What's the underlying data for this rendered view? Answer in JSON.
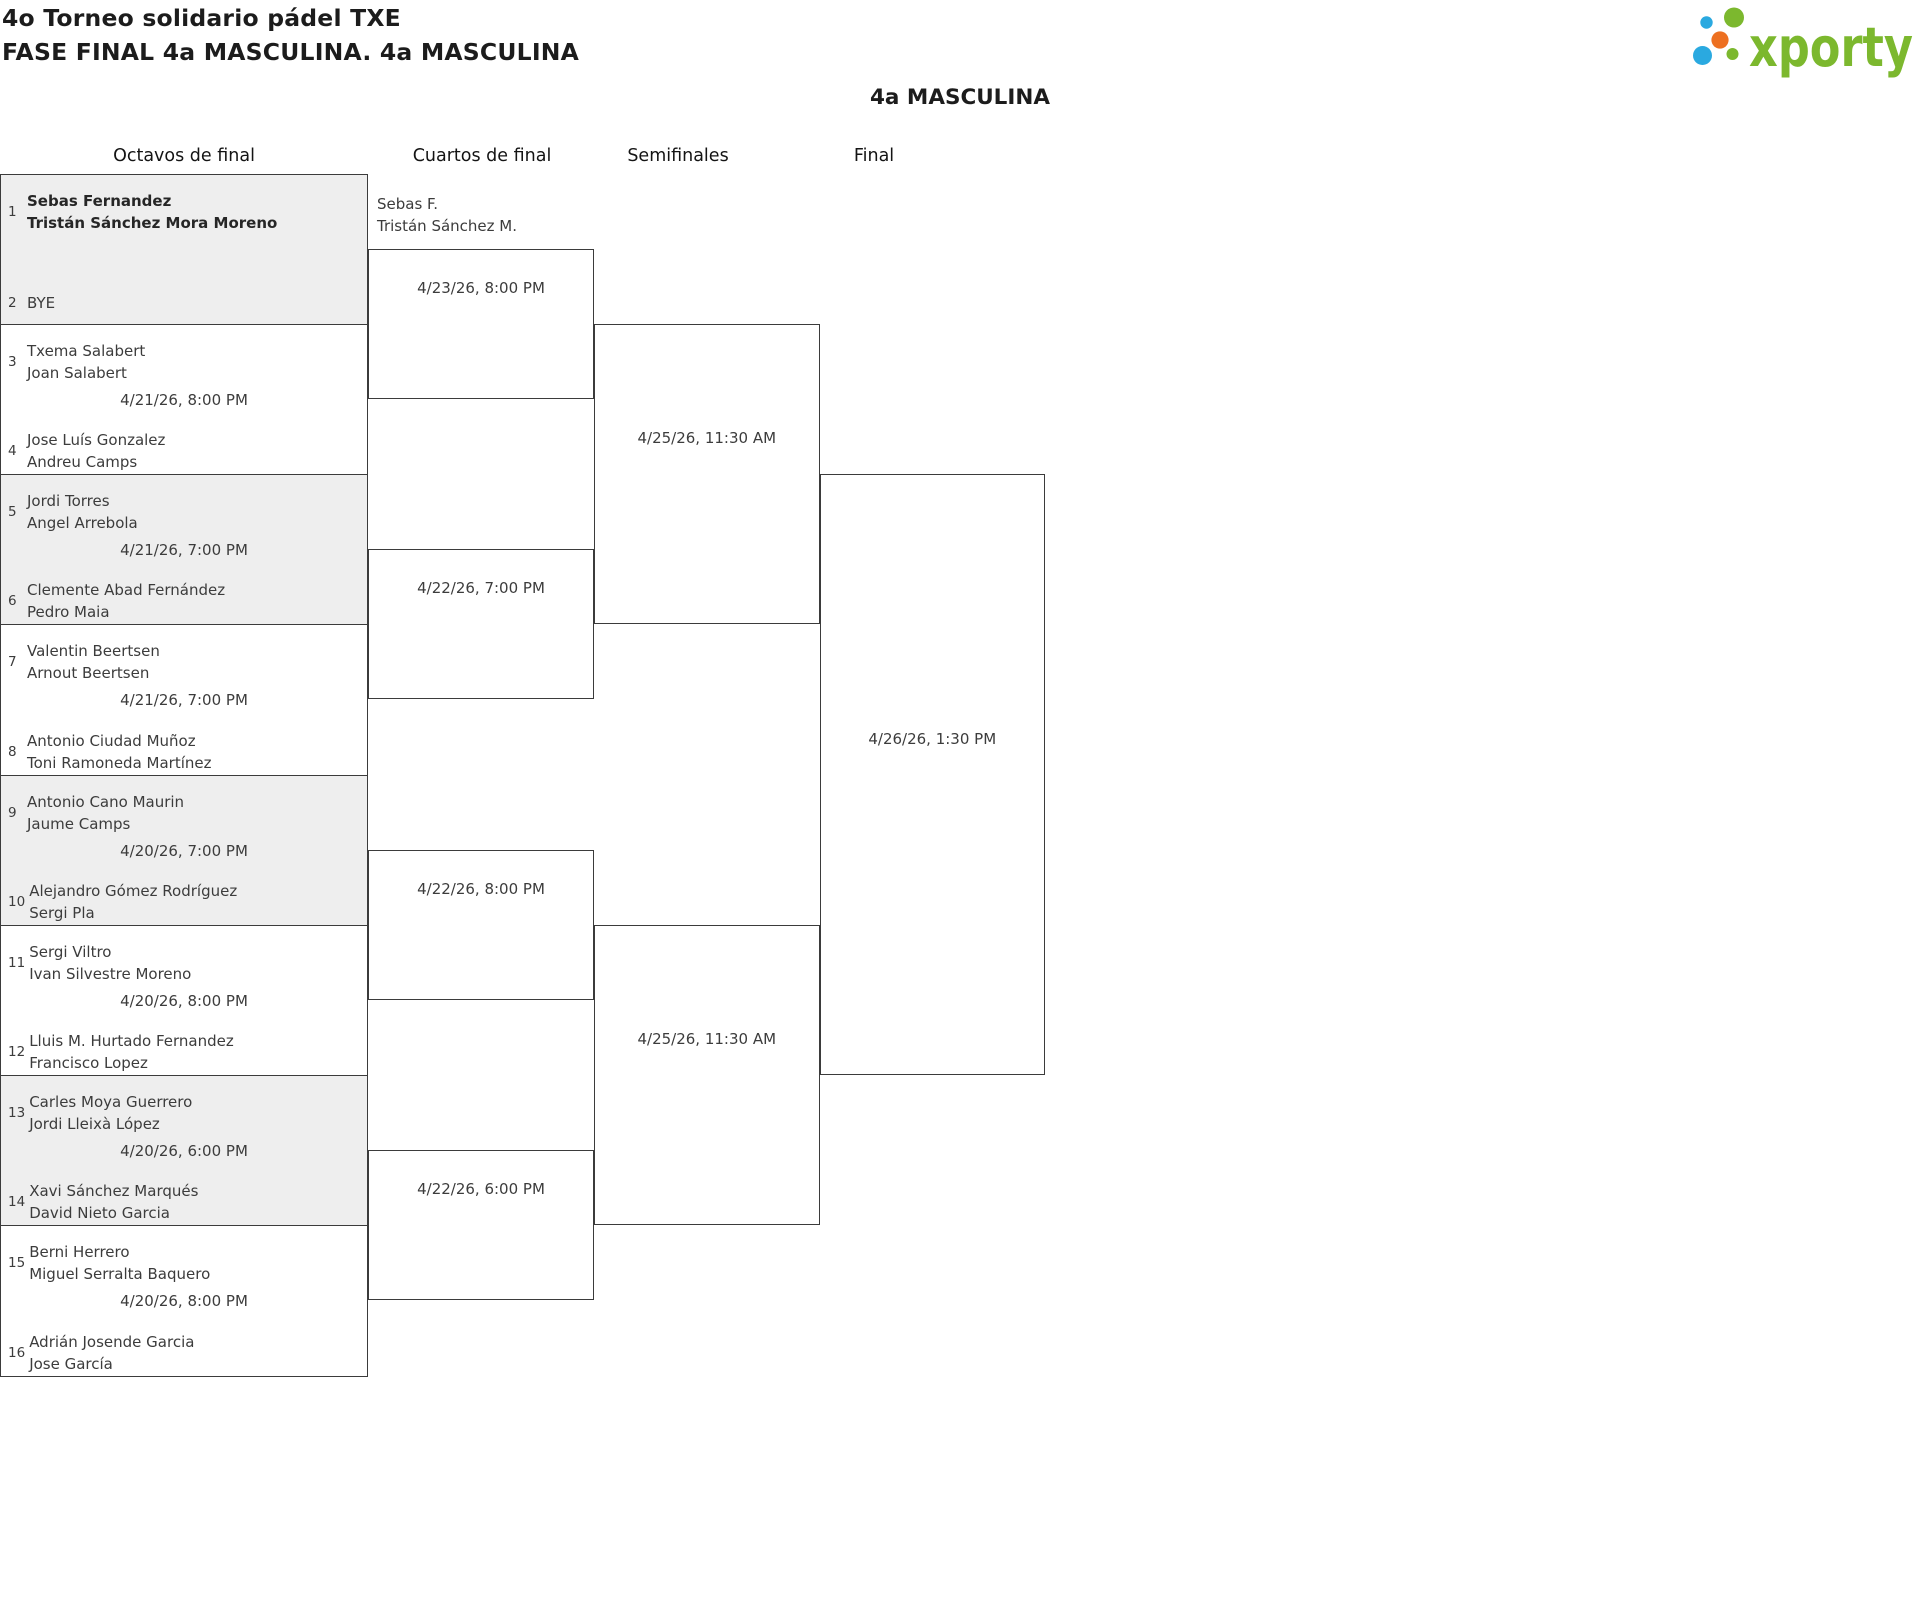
{
  "header": {
    "title_line1": "4o Torneo solidario pádel TXE",
    "title_line2": "FASE FINAL 4a MASCULINA. 4a MASCULINA"
  },
  "logo": {
    "text": "xporty",
    "green": "#7cb82e",
    "blue": "#2aa9e0",
    "orange": "#ed7021"
  },
  "category_title": "4a MASCULINA",
  "round_headers": [
    "Octavos de final",
    "Cuartos de final",
    "Semifinales",
    "Final"
  ],
  "colors": {
    "line": "#3b3b3b",
    "shaded_match": "#eeeeee",
    "text": "#3c3c3c"
  },
  "bracket": {
    "round_of_16": [
      {
        "seed_a": "1",
        "team_a": [
          "Sebas Fernandez",
          "Tristán Sánchez Mora Moreno"
        ],
        "team_a_winner": true,
        "seed_b": "2",
        "team_b": [
          "BYE"
        ],
        "date": null
      },
      {
        "seed_a": "3",
        "team_a": [
          "Txema Salabert",
          "Joan Salabert"
        ],
        "seed_b": "4",
        "team_b": [
          "Jose Luís Gonzalez",
          "Andreu Camps"
        ],
        "date": "4/21/26, 8:00 PM"
      },
      {
        "seed_a": "5",
        "team_a": [
          "Jordi Torres",
          "Angel Arrebola"
        ],
        "seed_b": "6",
        "team_b": [
          "Clemente Abad Fernández",
          "Pedro Maia"
        ],
        "date": "4/21/26, 7:00 PM"
      },
      {
        "seed_a": "7",
        "team_a": [
          "Valentin Beertsen",
          "Arnout Beertsen"
        ],
        "seed_b": "8",
        "team_b": [
          "Antonio Ciudad Muñoz",
          "Toni Ramoneda Martínez"
        ],
        "date": "4/21/26, 7:00 PM"
      },
      {
        "seed_a": "9",
        "team_a": [
          "Antonio Cano Maurin",
          "Jaume Camps"
        ],
        "seed_b": "10",
        "team_b": [
          "Alejandro Gómez Rodríguez",
          "Sergi Pla"
        ],
        "date": "4/20/26, 7:00 PM"
      },
      {
        "seed_a": "11",
        "team_a": [
          "Sergi Viltro",
          "Ivan Silvestre Moreno"
        ],
        "seed_b": "12",
        "team_b": [
          "Lluis M. Hurtado Fernandez",
          "Francisco Lopez"
        ],
        "date": "4/20/26, 8:00 PM"
      },
      {
        "seed_a": "13",
        "team_a": [
          "Carles Moya Guerrero",
          "Jordi Lleixà López"
        ],
        "seed_b": "14",
        "team_b": [
          "Xavi Sánchez Marqués",
          "David Nieto Garcia"
        ],
        "date": "4/20/26, 6:00 PM"
      },
      {
        "seed_a": "15",
        "team_a": [
          "Berni Herrero",
          "Miguel Serralta Baquero"
        ],
        "seed_b": "16",
        "team_b": [
          "Adrián Josende Garcia",
          "Jose García"
        ],
        "date": "4/20/26, 8:00 PM"
      }
    ],
    "quarterfinals": [
      {
        "advanced_team": [
          "Sebas F.",
          "Tristán Sánchez M."
        ],
        "date": "4/23/26, 8:00 PM"
      },
      {
        "date": "4/22/26, 7:00 PM"
      },
      {
        "date": "4/22/26, 8:00 PM"
      },
      {
        "date": "4/22/26, 6:00 PM"
      }
    ],
    "semifinals": [
      {
        "date": "4/25/26, 11:30 AM"
      },
      {
        "date": "4/25/26, 11:30 AM"
      }
    ],
    "final": {
      "date": "4/26/26, 1:30 PM"
    }
  }
}
